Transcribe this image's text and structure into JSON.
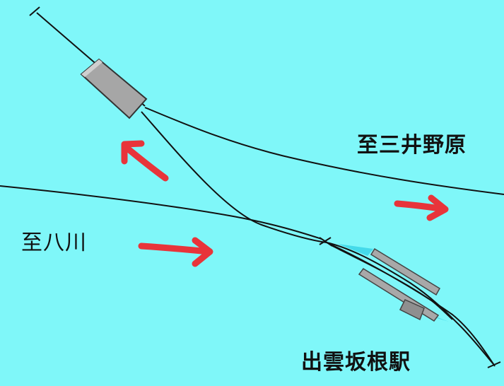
{
  "labels": {
    "to_mitsuinohara": "至三井野原",
    "to_yakawa": "至八川",
    "station_name": "出雲坂根駅"
  },
  "colors": {
    "background": "#7ff7f9",
    "track": "#111111",
    "arrow": "#e8343a",
    "building": "#a8a8a8",
    "platform_highlight": "#3fd6e8"
  },
  "icons": {
    "arrow": "red-hand-drawn-arrow",
    "track_end": "buffer-stop"
  }
}
